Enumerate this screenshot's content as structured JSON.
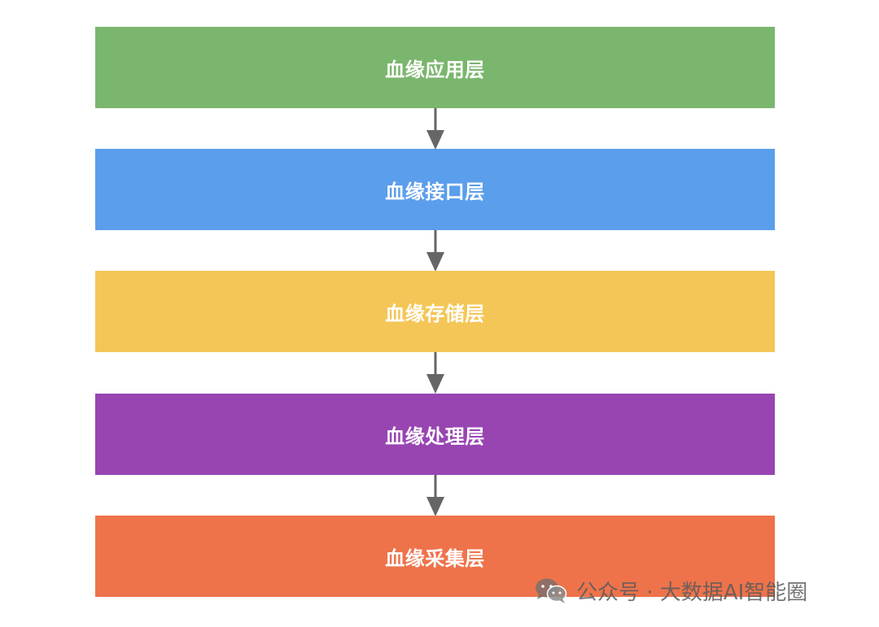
{
  "layers": [
    {
      "label": "血缘应用层",
      "color": "#7ab66d"
    },
    {
      "label": "血缘接口层",
      "color": "#5b9eec"
    },
    {
      "label": "血缘存储层",
      "color": "#f4c657"
    },
    {
      "label": "血缘处理层",
      "color": "#9845b2"
    },
    {
      "label": "血缘采集层",
      "color": "#ee734b"
    }
  ],
  "arrow_color": "#666666",
  "watermark": {
    "text": "公众号 · 大数据AI智能圈",
    "icon": "wechat-icon"
  }
}
